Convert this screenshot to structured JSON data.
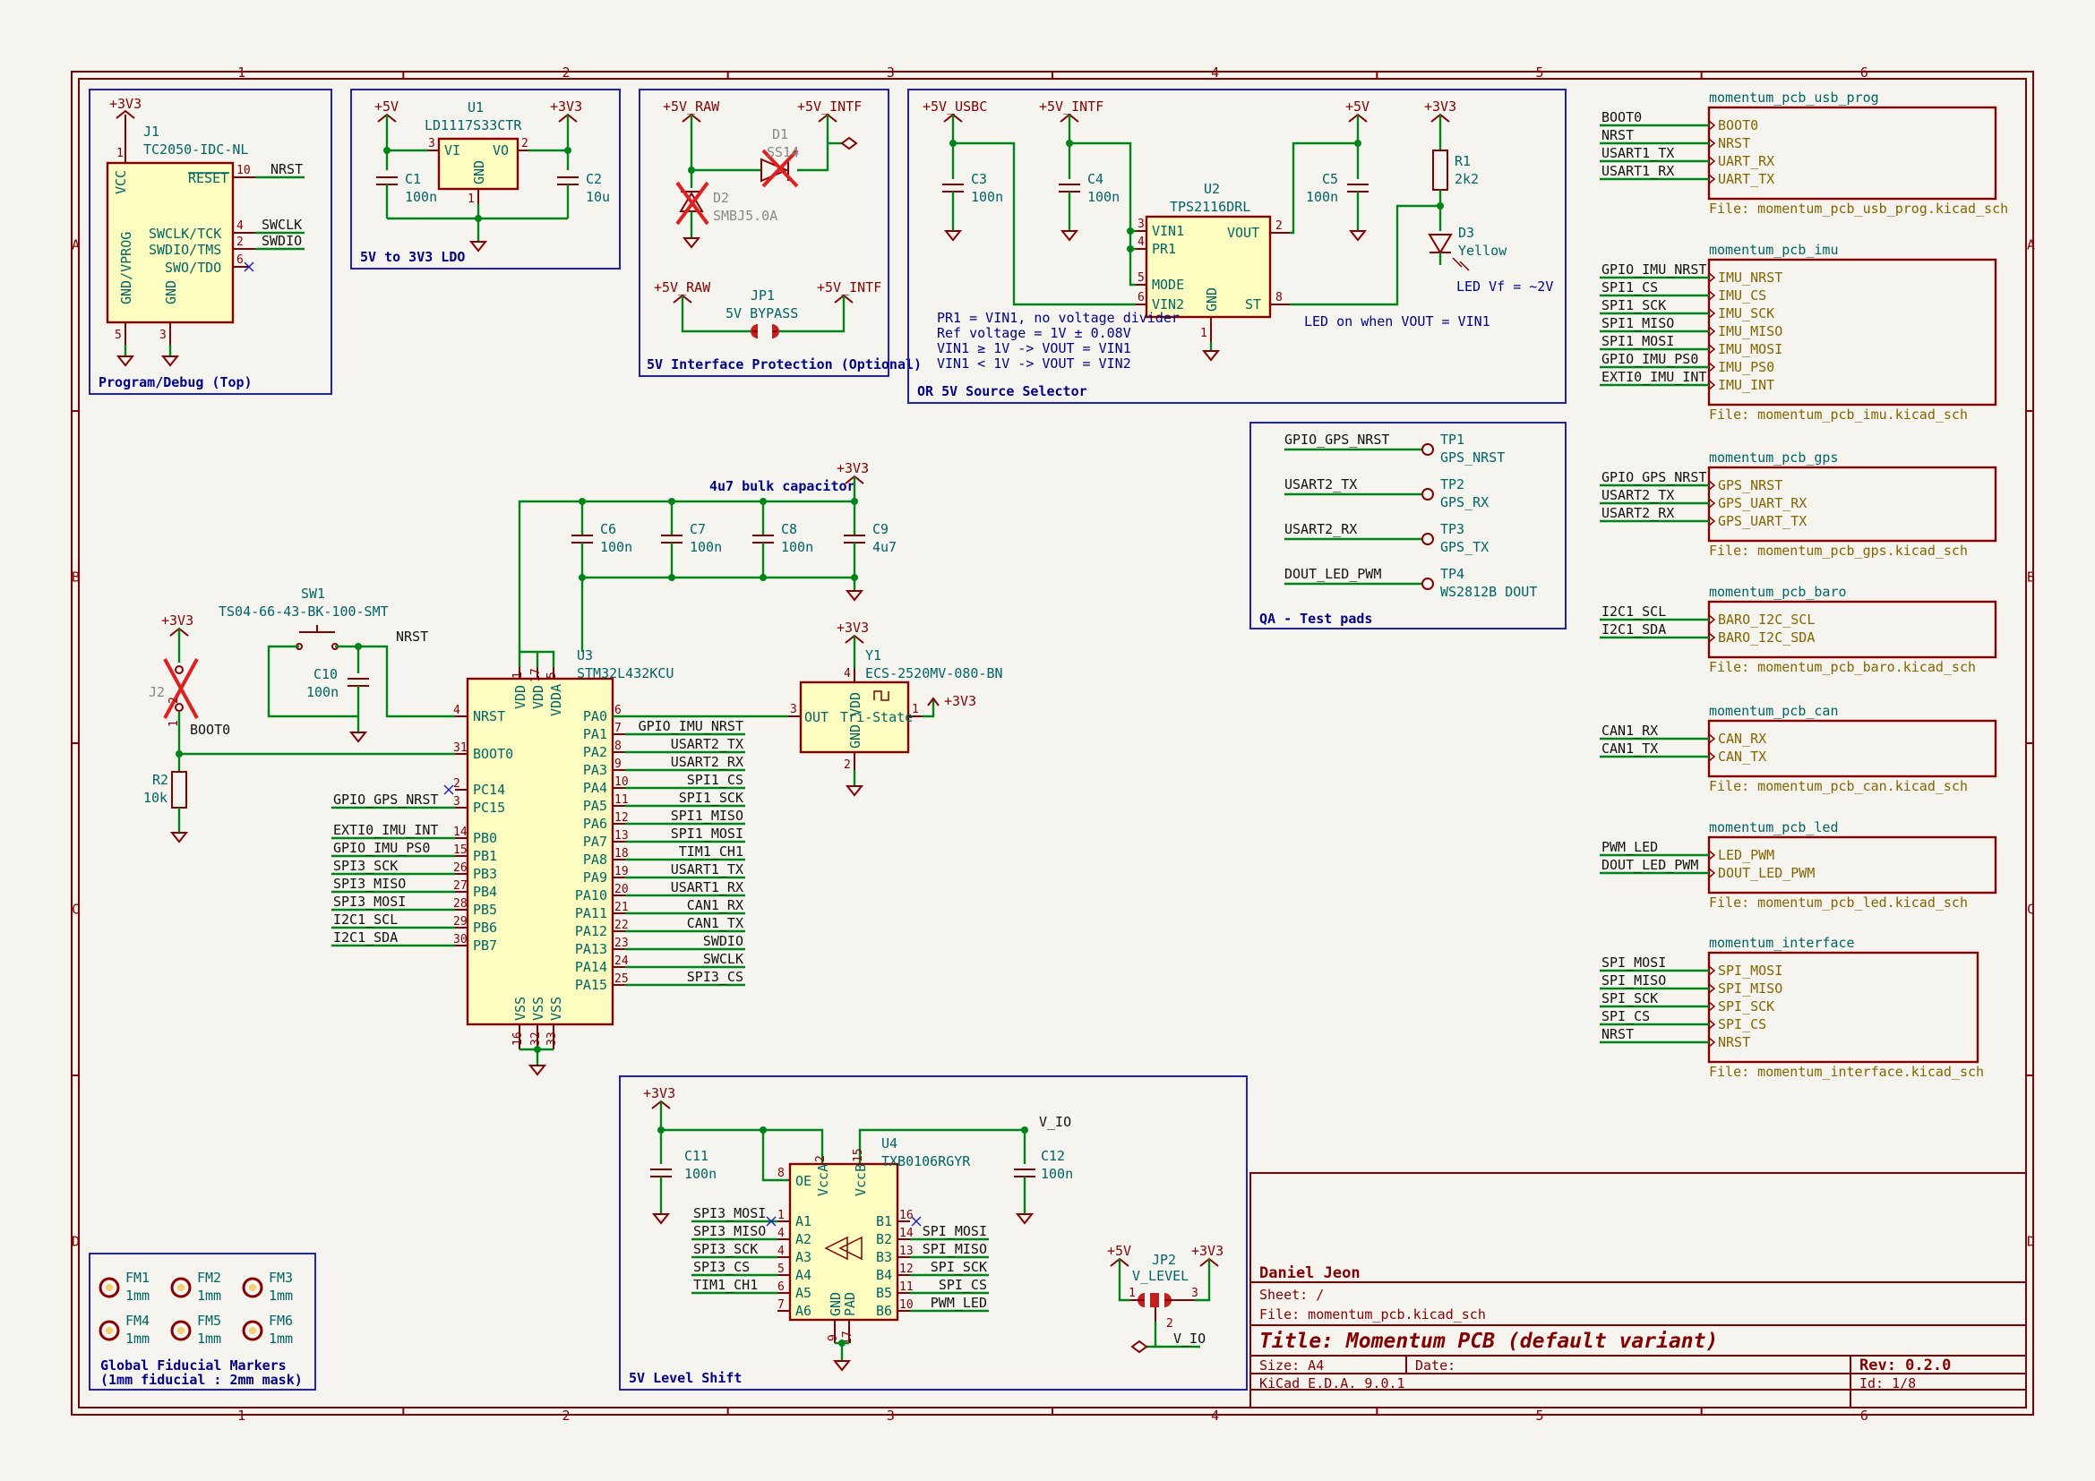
{
  "frame": {
    "cols": [
      "1",
      "2",
      "3",
      "4",
      "5",
      "6"
    ],
    "rows": [
      "A",
      "B",
      "C",
      "D"
    ]
  },
  "title_block": {
    "company": "Daniel Jeon",
    "sheet": "Sheet: /",
    "file": "File: momentum_pcb.kicad_sch",
    "title": "Title: Momentum PCB (default variant)",
    "size": "Size: A4",
    "date": "Date:",
    "rev": "Rev: 0.2.0",
    "tool": "KiCad E.D.A. 9.0.1",
    "id": "Id: 1/8"
  },
  "groups": {
    "prog": "Program/Debug (Top)",
    "ldo": "5V to 3V3 LDO",
    "protect": "5V Interface Protection (Optional)",
    "selector": "OR 5V Source Selector",
    "qa": "QA - Test pads",
    "level": "5V Level Shift",
    "fiducial1": "Global Fiducial Markers",
    "fiducial2": "(1mm fiducial : 2mm mask)",
    "bulk": "4u7 bulk capacitor"
  },
  "notes": {
    "sel1": "PR1 = VIN1, no voltage divider",
    "sel2": "Ref voltage = 1V ± 0.08V",
    "sel3": "VIN1 ≥ 1V -> VOUT = VIN1",
    "sel4": "VIN1 < 1V -> VOUT = VIN2",
    "led": "LED on when VOUT = VIN1",
    "ledvf": "LED Vf = ~2V"
  },
  "power": {
    "p3v3": "+3V3",
    "p5v": "+5V",
    "p5v_raw": "+5V_RAW",
    "p5v_intf": "+5V_INTF",
    "p5v_usbc": "+5V_USBC"
  },
  "j1": {
    "ref": "J1",
    "val": "TC2050-IDC-NL",
    "pins": {
      "vcc": "VCC",
      "reset": "RESET",
      "swclk": "SWCLK/TCK",
      "swdio": "SWDIO/TMS",
      "swo": "SWO/TDO",
      "gndv": "GND/VPROG",
      "gnd": "GND"
    },
    "nums": {
      "vcc": "1",
      "reset": "10",
      "swclk": "4",
      "swdio": "2",
      "swo": "6",
      "gndv": "5",
      "gnd": "3"
    },
    "nets": {
      "nrst": "NRST",
      "swclk": "SWCLK",
      "swdio": "SWDIO"
    }
  },
  "u1": {
    "ref": "U1",
    "val": "LD1117S33CTR",
    "pins": {
      "vi": "VI",
      "vo": "VO",
      "gnd": "GND"
    },
    "nums": {
      "vi": "3",
      "vo": "2",
      "gnd": "1"
    },
    "c1": {
      "ref": "C1",
      "val": "100n"
    },
    "c2": {
      "ref": "C2",
      "val": "10u"
    }
  },
  "prot": {
    "d1": {
      "ref": "D1",
      "val": "SS14"
    },
    "d2": {
      "ref": "D2",
      "val": "SMBJ5.0A"
    },
    "jp1": {
      "ref": "JP1",
      "val": "5V BYPASS"
    }
  },
  "u2": {
    "ref": "U2",
    "val": "TPS2116DRL",
    "pins": {
      "vin1": "VIN1",
      "pr1": "PR1",
      "mode": "MODE",
      "vin2": "VIN2",
      "vout": "VOUT",
      "st": "ST",
      "gnd": "GND"
    },
    "nums": {
      "vin1": "3",
      "pr1": "4",
      "mode": "5",
      "vin2": "6",
      "vout": "2",
      "st": "8",
      "gnd": "1"
    },
    "c3": {
      "ref": "C3",
      "val": "100n"
    },
    "c4": {
      "ref": "C4",
      "val": "100n"
    },
    "c5": {
      "ref": "C5",
      "val": "100n"
    },
    "r1": {
      "ref": "R1",
      "val": "2k2"
    },
    "d3": {
      "ref": "D3",
      "val": "Yellow"
    }
  },
  "sheets": [
    {
      "name": "momentum_pcb_usb_prog",
      "file": "File: momentum_pcb_usb_prog.kicad_sch",
      "pins": [
        "BOOT0",
        "NRST",
        "UART_RX",
        "UART_TX"
      ],
      "nets": [
        "BOOT0",
        "NRST",
        "USART1_TX",
        "USART1_RX"
      ]
    },
    {
      "name": "momentum_pcb_imu",
      "file": "File: momentum_pcb_imu.kicad_sch",
      "pins": [
        "IMU_NRST",
        "IMU_CS",
        "IMU_SCK",
        "IMU_MISO",
        "IMU_MOSI",
        "IMU_PS0",
        "IMU_INT"
      ],
      "nets": [
        "GPIO_IMU_NRST",
        "SPI1_CS",
        "SPI1_SCK",
        "SPI1_MISO",
        "SPI1_MOSI",
        "GPIO_IMU_PS0",
        "EXTI0_IMU_INT"
      ]
    },
    {
      "name": "momentum_pcb_gps",
      "file": "File: momentum_pcb_gps.kicad_sch",
      "pins": [
        "GPS_NRST",
        "GPS_UART_RX",
        "GPS_UART_TX"
      ],
      "nets": [
        "GPIO_GPS_NRST",
        "USART2_TX",
        "USART2_RX"
      ]
    },
    {
      "name": "momentum_pcb_baro",
      "file": "File: momentum_pcb_baro.kicad_sch",
      "pins": [
        "BARO_I2C_SCL",
        "BARO_I2C_SDA"
      ],
      "nets": [
        "I2C1_SCL",
        "I2C1_SDA"
      ]
    },
    {
      "name": "momentum_pcb_can",
      "file": "File: momentum_pcb_can.kicad_sch",
      "pins": [
        "CAN_RX",
        "CAN_TX"
      ],
      "nets": [
        "CAN1_RX",
        "CAN1_TX"
      ]
    },
    {
      "name": "momentum_pcb_led",
      "file": "File: momentum_pcb_led.kicad_sch",
      "pins": [
        "LED_PWM",
        "DOUT_LED_PWM"
      ],
      "nets": [
        "PWM_LED",
        "DOUT_LED_PWM"
      ]
    },
    {
      "name": "momentum_interface",
      "file": "File: momentum_interface.kicad_sch",
      "pins": [
        "SPI_MOSI",
        "SPI_MISO",
        "SPI_SCK",
        "SPI_CS",
        "NRST"
      ],
      "nets": [
        "SPI_MOSI",
        "SPI_MISO",
        "SPI_SCK",
        "SPI_CS",
        "NRST"
      ]
    }
  ],
  "qa": [
    {
      "net": "GPIO_GPS_NRST",
      "ref": "TP1",
      "val": "GPS_NRST"
    },
    {
      "net": "USART2_TX",
      "ref": "TP2",
      "val": "GPS_RX"
    },
    {
      "net": "USART2_RX",
      "ref": "TP3",
      "val": "GPS_TX"
    },
    {
      "net": "DOUT_LED_PWM",
      "ref": "TP4",
      "val": "WS2812B DOUT"
    }
  ],
  "bulk": {
    "caps": [
      {
        "ref": "C6",
        "val": "100n"
      },
      {
        "ref": "C7",
        "val": "100n"
      },
      {
        "ref": "C8",
        "val": "100n"
      },
      {
        "ref": "C9",
        "val": "4u7"
      }
    ]
  },
  "sw1": {
    "ref": "SW1",
    "val": "TS04-66-43-BK-100-SMT",
    "net": "NRST"
  },
  "c10": {
    "ref": "C10",
    "val": "100n"
  },
  "j2": {
    "ref": "J2",
    "n1": "1",
    "n2": "2"
  },
  "r2": {
    "ref": "R2",
    "val": "10k"
  },
  "boot0": "BOOT0",
  "u3": {
    "ref": "U3",
    "val": "STM32L432KCU",
    "top": {
      "vdd1": "VDD",
      "vdd2": "VDD",
      "vdda": "VDDA",
      "n1": "1",
      "n2": "17",
      "n3": "5"
    },
    "bot": {
      "vss1": "VSS",
      "vss2": "VSS",
      "vss3": "VSS",
      "n1": "16",
      "n2": "32",
      "n3": "33"
    },
    "left": [
      {
        "pin": "NRST",
        "num": "4",
        "net": ""
      },
      {
        "pin": "BOOT0",
        "num": "31",
        "net": ""
      },
      {
        "pin": "PC14",
        "num": "2",
        "net": ""
      },
      {
        "pin": "PC15",
        "num": "3",
        "net": "GPIO_GPS_NRST"
      },
      {
        "pin": "PB0",
        "num": "14",
        "net": "EXTI0_IMU_INT"
      },
      {
        "pin": "PB1",
        "num": "15",
        "net": "GPIO_IMU_PS0"
      },
      {
        "pin": "PB3",
        "num": "26",
        "net": "SPI3_SCK"
      },
      {
        "pin": "PB4",
        "num": "27",
        "net": "SPI3_MISO"
      },
      {
        "pin": "PB5",
        "num": "28",
        "net": "SPI3_MOSI"
      },
      {
        "pin": "PB6",
        "num": "29",
        "net": "I2C1_SCL"
      },
      {
        "pin": "PB7",
        "num": "30",
        "net": "I2C1_SDA"
      }
    ],
    "right": [
      {
        "pin": "PA0",
        "num": "6",
        "net": ""
      },
      {
        "pin": "PA1",
        "num": "7",
        "net": "GPIO_IMU_NRST"
      },
      {
        "pin": "PA2",
        "num": "8",
        "net": "USART2_TX"
      },
      {
        "pin": "PA3",
        "num": "9",
        "net": "USART2_RX"
      },
      {
        "pin": "PA4",
        "num": "10",
        "net": "SPI1_CS"
      },
      {
        "pin": "PA5",
        "num": "11",
        "net": "SPI1_SCK"
      },
      {
        "pin": "PA6",
        "num": "12",
        "net": "SPI1_MISO"
      },
      {
        "pin": "PA7",
        "num": "13",
        "net": "SPI1_MOSI"
      },
      {
        "pin": "PA8",
        "num": "18",
        "net": "TIM1_CH1"
      },
      {
        "pin": "PA9",
        "num": "19",
        "net": "USART1_TX"
      },
      {
        "pin": "PA10",
        "num": "20",
        "net": "USART1_RX"
      },
      {
        "pin": "PA11",
        "num": "21",
        "net": "CAN1_RX"
      },
      {
        "pin": "PA12",
        "num": "22",
        "net": "CAN1_TX"
      },
      {
        "pin": "PA13",
        "num": "23",
        "net": "SWDIO"
      },
      {
        "pin": "PA14",
        "num": "24",
        "net": "SWCLK"
      },
      {
        "pin": "PA15",
        "num": "25",
        "net": "SPI3_CS"
      }
    ]
  },
  "y1": {
    "ref": "Y1",
    "val": "ECS-2520MV-080-BN",
    "out": "OUT",
    "tri": "Tri-State",
    "vdd": "VDD",
    "gnd": "GND",
    "n_out": "3",
    "n_tri": "1",
    "n_vdd": "4",
    "n_gnd": "2"
  },
  "u4": {
    "ref": "U4",
    "val": "TXB0106RGYR",
    "top": {
      "oe": "OE",
      "vcca": "VccA",
      "vccb": "VccB",
      "n_oe": "8",
      "n_vcca": "2",
      "n_vccb": "15"
    },
    "bot": {
      "gnd": "GND",
      "pad": "PAD",
      "n_gnd": "9",
      "n_pad": "17"
    },
    "left": [
      {
        "pin": "A1",
        "num": "1",
        "net": "SPI3_MOSI"
      },
      {
        "pin": "A2",
        "num": "4",
        "net": "SPI3_MISO"
      },
      {
        "pin": "A3",
        "num": "4",
        "net": "SPI3_SCK"
      },
      {
        "pin": "A4",
        "num": "5",
        "net": "SPI3_CS"
      },
      {
        "pin": "A5",
        "num": "6",
        "net": "TIM1_CH1"
      },
      {
        "pin": "A6",
        "num": "7",
        "net": ""
      }
    ],
    "right": [
      {
        "pin": "B1",
        "num": "16",
        "net": ""
      },
      {
        "pin": "B2",
        "num": "14",
        "net": "SPI_MOSI"
      },
      {
        "pin": "B3",
        "num": "13",
        "net": "SPI_MISO"
      },
      {
        "pin": "B4",
        "num": "12",
        "net": "SPI_SCK"
      },
      {
        "pin": "B5",
        "num": "11",
        "net": "SPI_CS"
      },
      {
        "pin": "B6",
        "num": "10",
        "net": "PWM_LED"
      }
    ],
    "v_io": "V_IO",
    "c11": {
      "ref": "C11",
      "val": "100n"
    },
    "c12": {
      "ref": "C12",
      "val": "100n"
    }
  },
  "jp2": {
    "ref": "JP2",
    "val": "V_LEVEL",
    "n1": "1",
    "n2": "2",
    "n3": "3",
    "net": "V_IO"
  },
  "fiducials": [
    {
      "ref": "FM1",
      "val": "1mm"
    },
    {
      "ref": "FM2",
      "val": "1mm"
    },
    {
      "ref": "FM3",
      "val": "1mm"
    },
    {
      "ref": "FM4",
      "val": "1mm"
    },
    {
      "ref": "FM5",
      "val": "1mm"
    },
    {
      "ref": "FM6",
      "val": "1mm"
    }
  ]
}
